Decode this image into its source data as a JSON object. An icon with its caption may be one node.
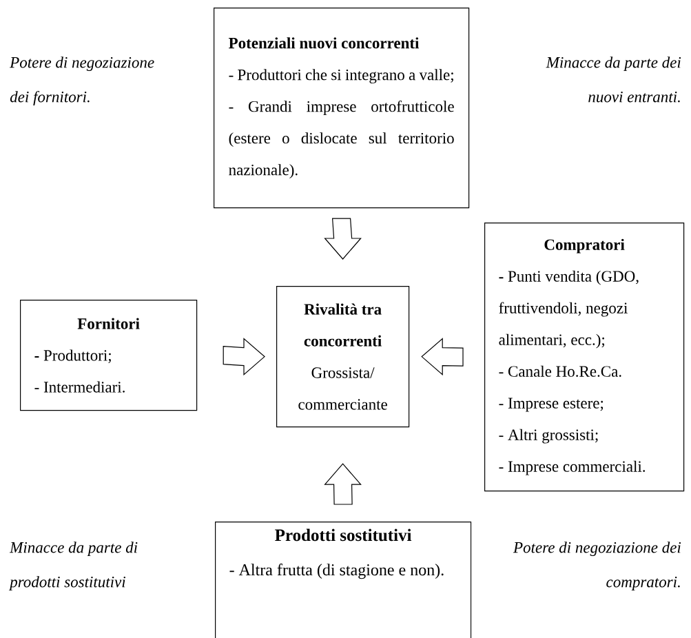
{
  "diagram": {
    "nodes": [
      {
        "text": [
          "Potenziali nuovi concorrenti",
          "- Produttori che si integrano a valle;",
          "- Grandi imprese ortofrutticole (estere o dislocate sul territorio nazionale)."
        ]
      },
      {
        "text": [
          "Fornitori",
          "**-** Produttori;",
          "- Intermediari."
        ]
      },
      {
        "text": [
          "Rivalità tra concorrenti",
          "Grossista/ commerciante"
        ]
      },
      {
        "text": [
          "Compratori",
          "**-** Punti vendita (GDO, fruttivendoli, negozi alimentari, ecc.);",
          "- Canale Ho.Re.Ca.",
          "- Imprese estere;",
          "- Altri grossisti;",
          "- Imprese commerciali."
        ]
      },
      {
        "text": [
          "Prodotti sostitutivi",
          "- Altra frutta (di stagione e non)."
        ]
      }
    ],
    "edges": [
      {
        "from": 0,
        "to": 2,
        "arrow": "to"
      },
      {
        "from": 1,
        "to": 2,
        "arrow": "to"
      },
      {
        "from": 3,
        "to": 2,
        "arrow": "to"
      },
      {
        "from": 4,
        "to": 2,
        "arrow": "to"
      }
    ],
    "labels": [
      "Potere di negoziazione dei fornitori.",
      "Minacce da parte dei nuovi entranti.",
      "Minacce da parte di prodotti sostitutivi",
      "Potere di negoziazione dei compratori."
    ]
  }
}
